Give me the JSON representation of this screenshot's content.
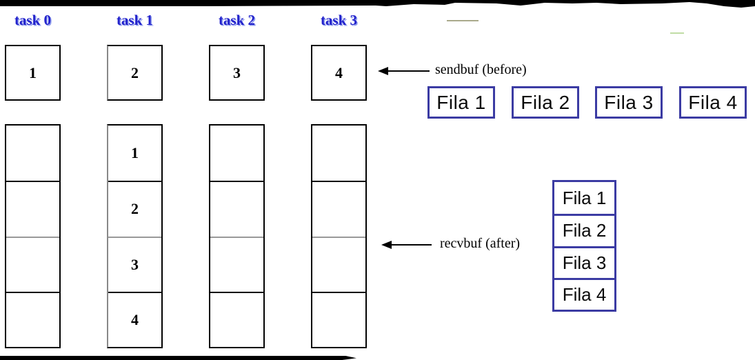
{
  "tasks": [
    {
      "label": "task 0",
      "send": "1",
      "recv": [
        "",
        "",
        "",
        ""
      ]
    },
    {
      "label": "task 1",
      "send": "2",
      "recv": [
        "1",
        "2",
        "3",
        "4"
      ]
    },
    {
      "label": "task 2",
      "send": "3",
      "recv": [
        "",
        "",
        "",
        ""
      ]
    },
    {
      "label": "task 3",
      "send": "4",
      "recv": [
        "",
        "",
        "",
        ""
      ]
    }
  ],
  "annotations": {
    "sendbuf": "sendbuf (before)",
    "recvbuf": "recvbuf (after)"
  },
  "fila_row": [
    {
      "label": "Fila 1"
    },
    {
      "label": "Fila 2"
    },
    {
      "label": "Fila 3"
    },
    {
      "label": "Fila 4"
    }
  ],
  "fila_stack": [
    {
      "label": "Fila 1"
    },
    {
      "label": "Fila 2"
    },
    {
      "label": "Fila 3"
    },
    {
      "label": "Fila 4"
    }
  ],
  "colors": {
    "task_label": "#2323cc",
    "fila_border": "#3b3ba3",
    "line": "#000000",
    "divider_gray": "#999999"
  }
}
